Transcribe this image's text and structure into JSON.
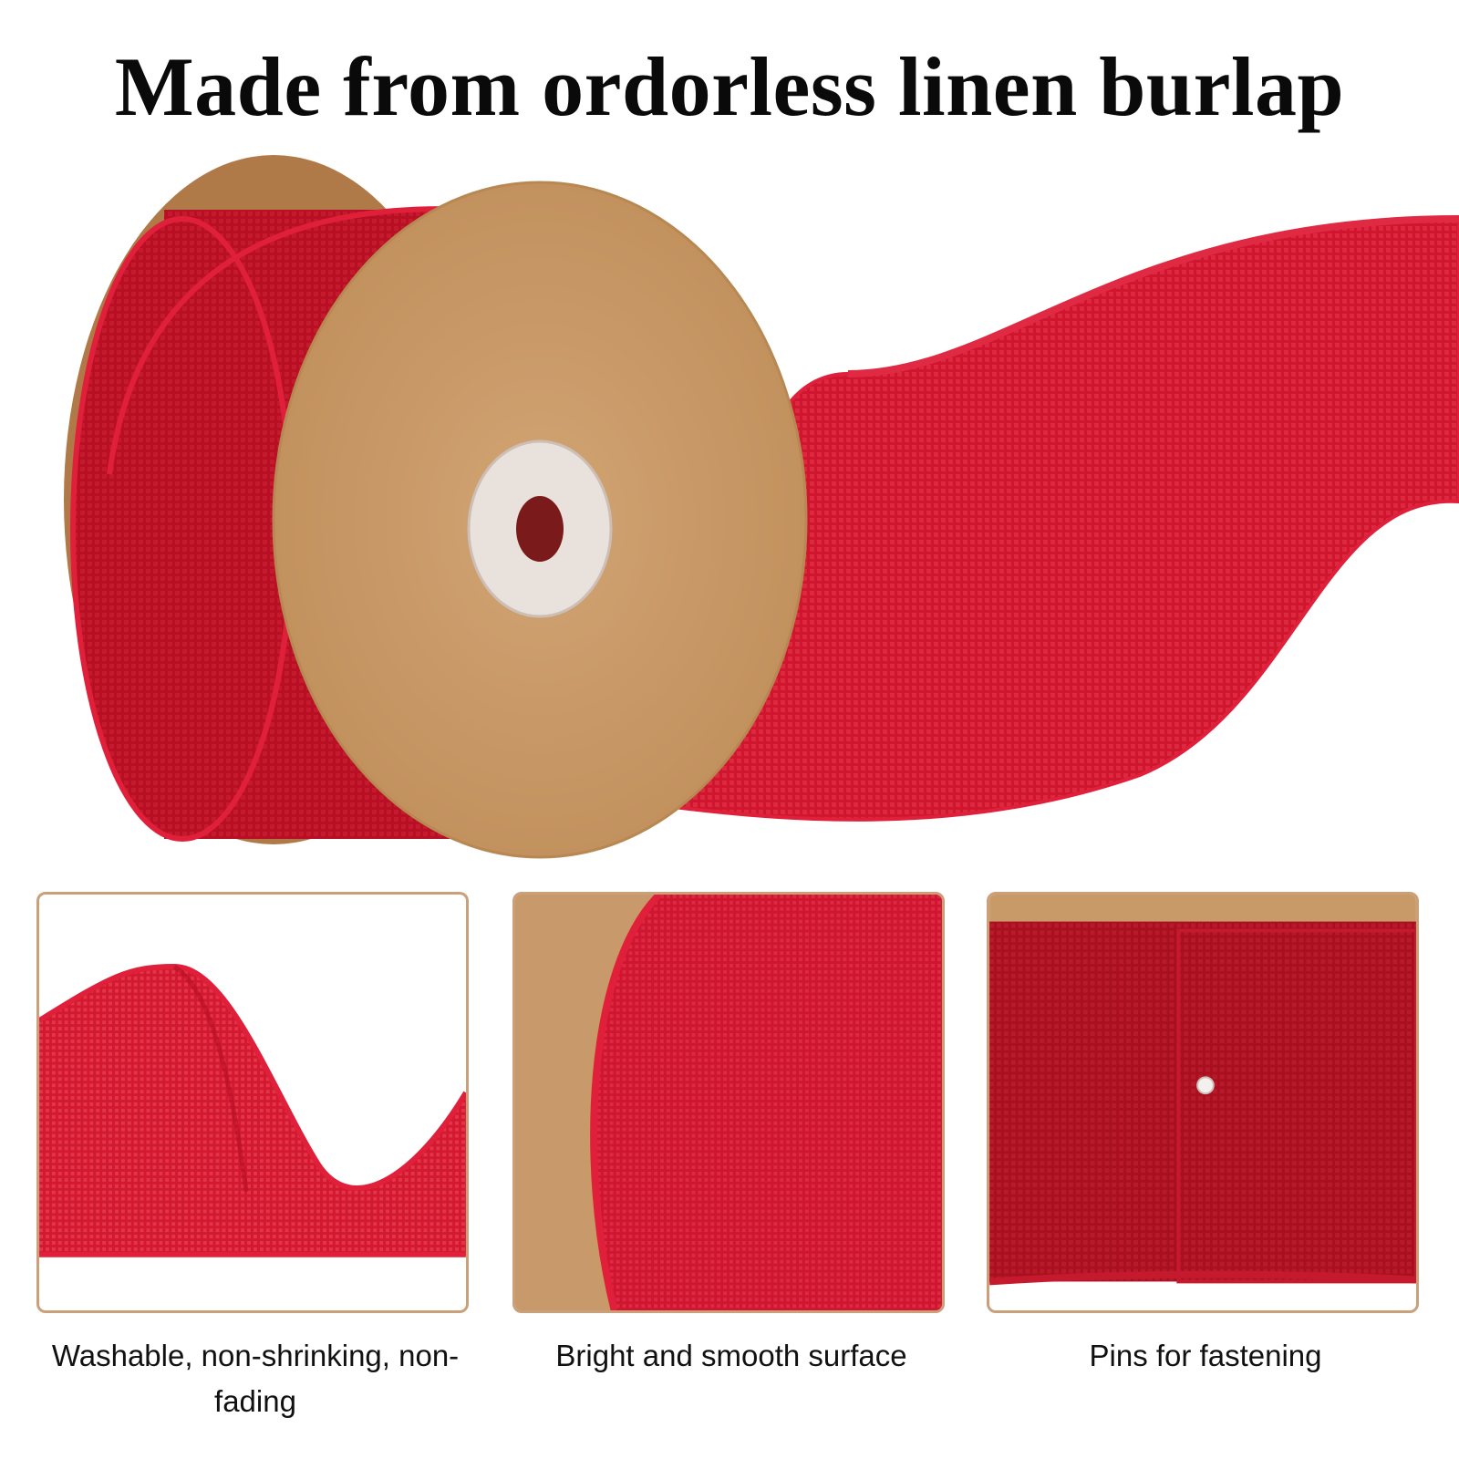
{
  "headline": "Made from ordorless linen burlap",
  "colors": {
    "ribbon_red": "#c8102e",
    "spool_kraft": "#c89a68",
    "panel_border": "#c9a07a"
  },
  "features": [
    {
      "icon": "ribbon-wave-icon",
      "caption": "Washable, non-shrinking, non-fading"
    },
    {
      "icon": "spool-closeup-icon",
      "caption": "Bright and smooth surface"
    },
    {
      "icon": "pin-icon",
      "caption": "Pins for fastening"
    }
  ]
}
